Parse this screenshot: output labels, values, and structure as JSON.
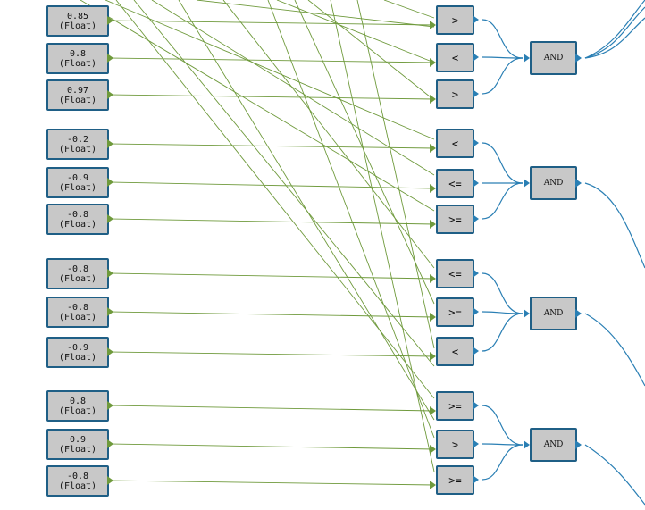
{
  "colors": {
    "node_fill": "#c8c8c8",
    "node_border": "#1f5f86",
    "wire_green": "#6f9a3c",
    "wire_blue": "#2a7fb4"
  },
  "groups": [
    {
      "constants": [
        {
          "value": "0.85",
          "type": "(Float)"
        },
        {
          "value": "0.8",
          "type": "(Float)"
        },
        {
          "value": "0.97",
          "type": "(Float)"
        }
      ],
      "comparators": [
        ">",
        "<",
        ">"
      ],
      "gate": "AND"
    },
    {
      "constants": [
        {
          "value": "-0.2",
          "type": "(Float)"
        },
        {
          "value": "-0.9",
          "type": "(Float)"
        },
        {
          "value": "-0.8",
          "type": "(Float)"
        }
      ],
      "comparators": [
        "<",
        "<=",
        ">="
      ],
      "gate": "AND"
    },
    {
      "constants": [
        {
          "value": "-0.8",
          "type": "(Float)"
        },
        {
          "value": "-0.8",
          "type": "(Float)"
        },
        {
          "value": "-0.9",
          "type": "(Float)"
        }
      ],
      "comparators": [
        "<=",
        ">=",
        "<"
      ],
      "gate": "AND"
    },
    {
      "constants": [
        {
          "value": "0.8",
          "type": "(Float)"
        },
        {
          "value": "0.9",
          "type": "(Float)"
        },
        {
          "value": "-0.8",
          "type": "(Float)"
        }
      ],
      "comparators": [
        ">=",
        ">",
        ">="
      ],
      "gate": "AND"
    }
  ]
}
